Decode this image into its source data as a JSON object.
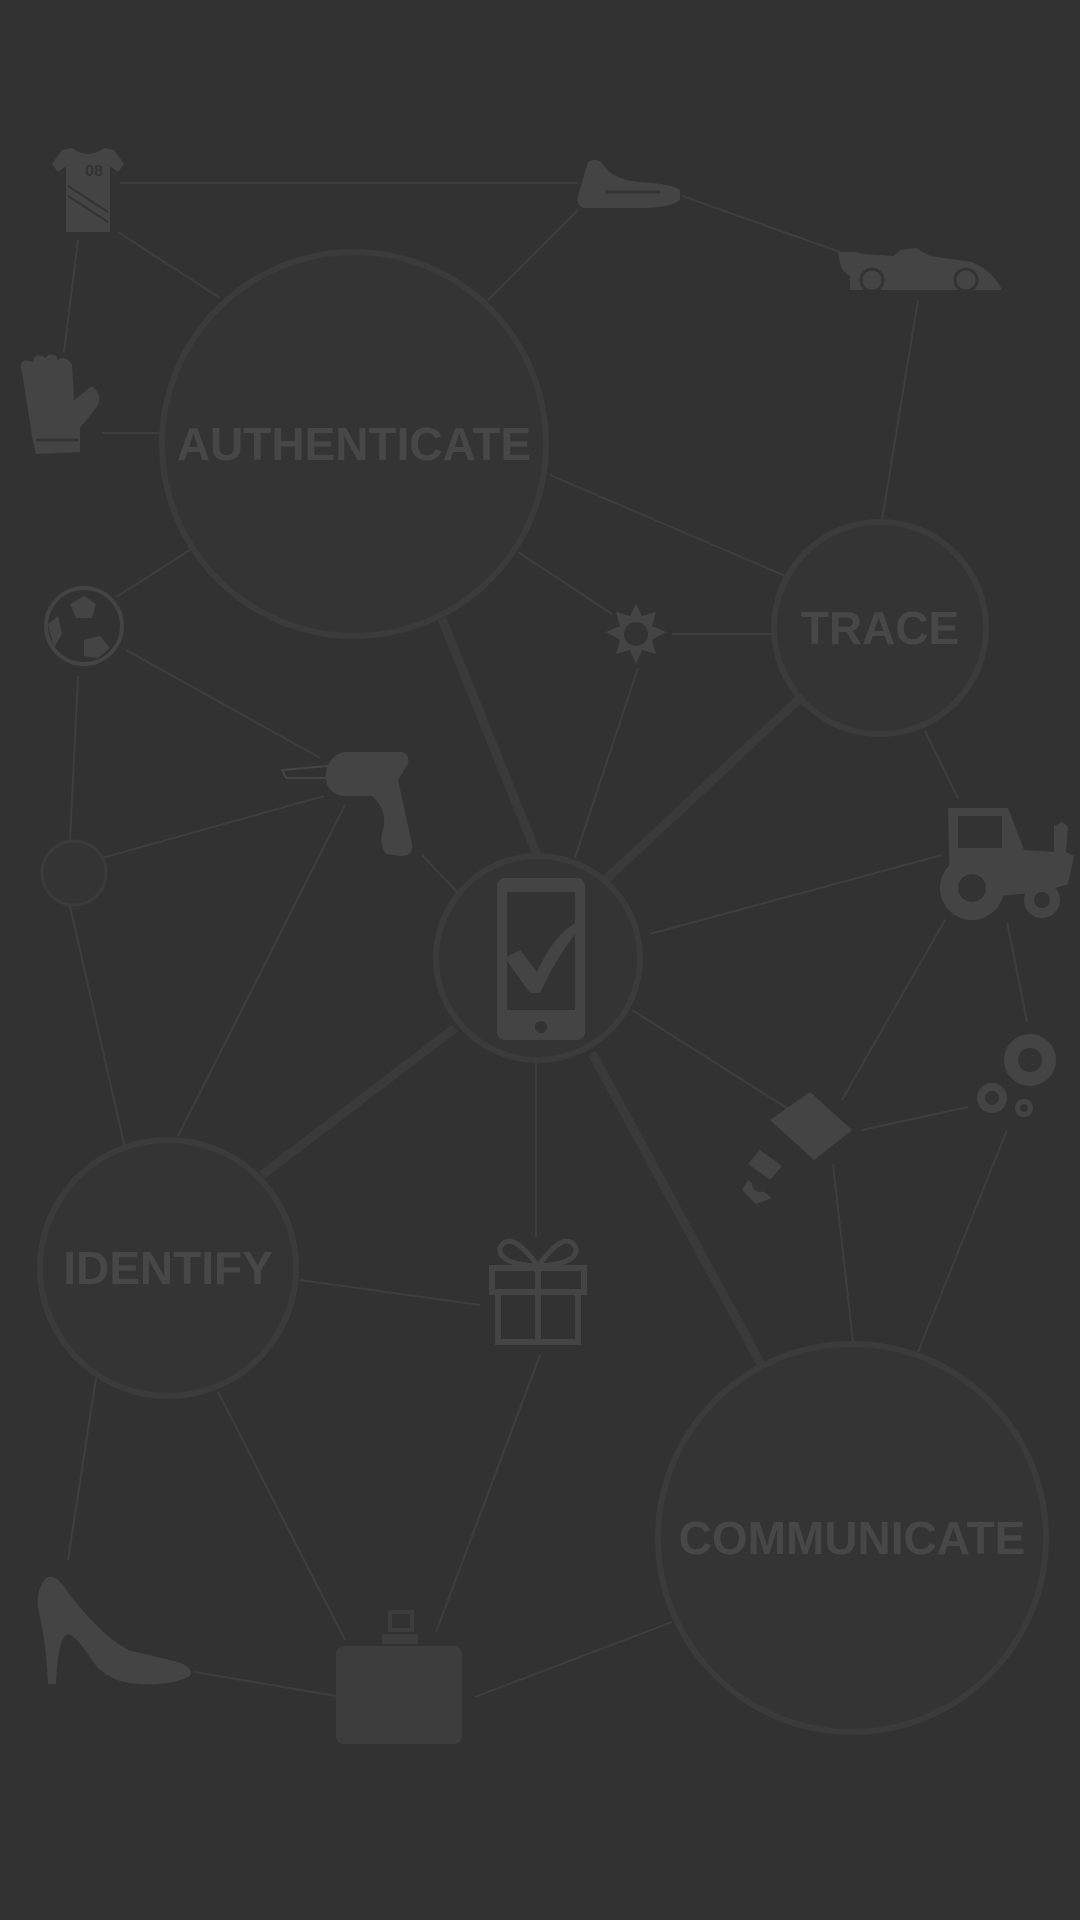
{
  "background_color": "#323232",
  "nodes": {
    "authenticate": {
      "label": "AUTHENTICATE"
    },
    "trace": {
      "label": "TRACE"
    },
    "identify": {
      "label": "IDENTIFY"
    },
    "communicate": {
      "label": "COMMUNICATE"
    }
  },
  "jersey_number": "08",
  "icons": [
    "football-jersey-icon",
    "sneaker-icon",
    "race-car-icon",
    "goalkeeper-glove-icon",
    "soccer-ball-icon",
    "barcode-scanner-icon",
    "badge-icon",
    "smartphone-check-icon",
    "tractor-icon",
    "gears-icon",
    "piston-icon",
    "gift-icon",
    "high-heel-icon",
    "perfume-bottle-icon"
  ]
}
